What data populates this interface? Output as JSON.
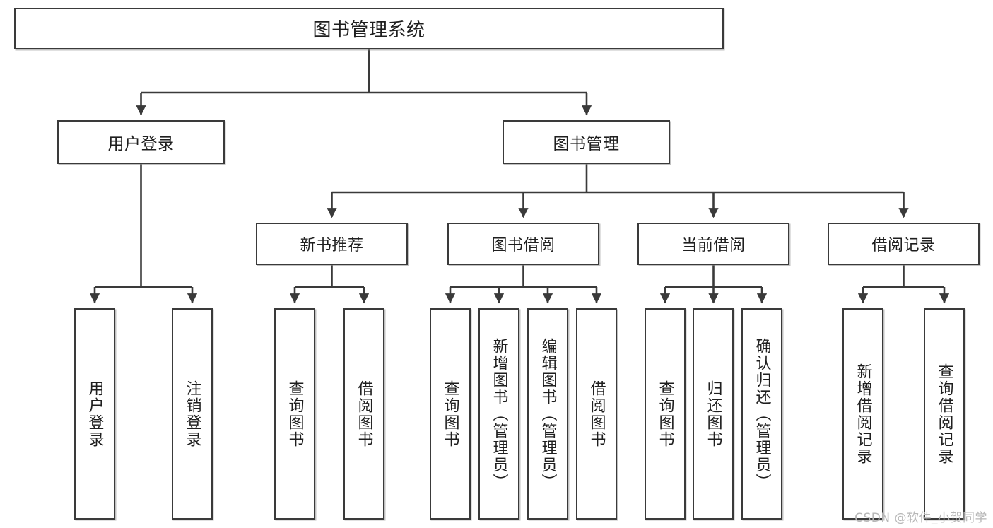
{
  "diagram": {
    "title": "图书管理系统",
    "type": "tree",
    "root": {
      "label": "图书管理系统"
    },
    "level2": [
      {
        "label": "用户登录"
      },
      {
        "label": "图书管理"
      }
    ],
    "level3": [
      {
        "label": "新书推荐"
      },
      {
        "label": "图书借阅"
      },
      {
        "label": "当前借阅"
      },
      {
        "label": "借阅记录"
      }
    ],
    "leaves": {
      "user_login": [
        {
          "label": "用户登录"
        },
        {
          "label": "注销登录"
        }
      ],
      "new_books": [
        {
          "label": "查询图书"
        },
        {
          "label": "借阅图书"
        }
      ],
      "book_borrow": [
        {
          "label": "查询图书"
        },
        {
          "label": "新增图书（管理员）"
        },
        {
          "label": "编辑图书（管理员）"
        },
        {
          "label": "借阅图书"
        }
      ],
      "current_borrow": [
        {
          "label": "查询图书"
        },
        {
          "label": "归还图书"
        },
        {
          "label": "确认归还（管理员）"
        }
      ],
      "borrow_record": [
        {
          "label": "新增借阅记录"
        },
        {
          "label": "查询借阅记录"
        }
      ]
    }
  },
  "watermark": {
    "text": "CSDN @软件_小贺同学"
  },
  "colors": {
    "border": "#3a3a3a",
    "text": "#1f1f1f",
    "background": "#ffffff",
    "watermark": "#b7b7b7"
  }
}
